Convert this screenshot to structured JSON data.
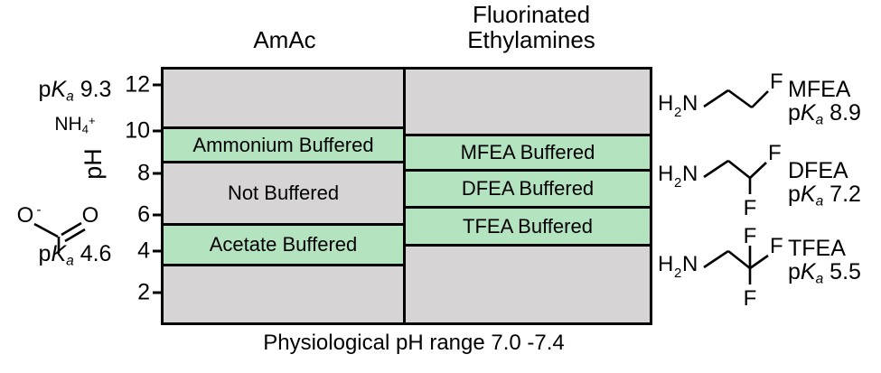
{
  "figure": {
    "caption": "Physiological  pH range 7.0 -7.4",
    "y_axis_title": "pH",
    "colors": {
      "buffered_band": "#b4e3c0",
      "unbuffered_band": "#d6d4d4",
      "outline": "#000000",
      "background": "#ffffff"
    }
  },
  "chart_data": {
    "type": "bar",
    "title": "",
    "xlabel": "",
    "ylabel": "pH",
    "ylim": [
      1.0,
      13.3
    ],
    "grid": false,
    "legend": "none",
    "categories": [
      "AmAc",
      "Fluorinated Ethylamines"
    ],
    "tick_labels": [
      "12",
      "10",
      "8",
      "6",
      "4",
      "2"
    ],
    "tick_values": [
      12,
      10,
      8,
      6,
      4,
      2
    ],
    "series": [
      {
        "name": "AmAc",
        "bands": [
          {
            "label": "",
            "ph_low": 10.3,
            "ph_high": 13.3,
            "buffered": false
          },
          {
            "label": "Ammonium Buffered",
            "ph_low": 8.3,
            "ph_high": 10.3,
            "buffered": true
          },
          {
            "label": "Not Buffered",
            "ph_low": 5.6,
            "ph_high": 8.3,
            "buffered": false
          },
          {
            "label": "Acetate Buffered",
            "ph_low": 3.6,
            "ph_high": 5.6,
            "buffered": true
          },
          {
            "label": "",
            "ph_low": 1.0,
            "ph_high": 3.6,
            "buffered": false
          }
        ]
      },
      {
        "name": "Fluorinated Ethylamines",
        "bands": [
          {
            "label": "",
            "ph_low": 9.9,
            "ph_high": 13.3,
            "buffered": false
          },
          {
            "label": "MFEA Buffered",
            "ph_low": 8.2,
            "ph_high": 9.9,
            "buffered": true
          },
          {
            "label": "DFEA Buffered",
            "ph_low": 6.4,
            "ph_high": 8.2,
            "buffered": true
          },
          {
            "label": "TFEA Buffered",
            "ph_low": 4.6,
            "ph_high": 6.4,
            "buffered": true
          },
          {
            "label": "",
            "ph_low": 1.0,
            "ph_high": 4.6,
            "buffered": false
          }
        ]
      }
    ],
    "annotations": [
      {
        "name": "ammonium",
        "pka": 9.3,
        "formula": "NH4+"
      },
      {
        "name": "acetate",
        "pka": 4.6,
        "formula": "CH3COO-"
      },
      {
        "name": "MFEA",
        "pka": 8.9
      },
      {
        "name": "DFEA",
        "pka": 7.2
      },
      {
        "name": "TFEA",
        "pka": 5.5
      }
    ]
  },
  "headers": {
    "left": "AmAc",
    "right_line1": "Fluorinated",
    "right_line2": "Ethylamines"
  },
  "axis": {
    "title": "pH",
    "ticks": [
      {
        "label": "12",
        "value": 12
      },
      {
        "label": "10",
        "value": 10
      },
      {
        "label": "8",
        "value": 8
      },
      {
        "label": "6",
        "value": 6
      },
      {
        "label": "4",
        "value": 4
      },
      {
        "label": "2",
        "value": 2
      }
    ]
  },
  "bands_left": [
    {
      "label": "",
      "buffered": false
    },
    {
      "label": "Ammonium Buffered",
      "buffered": true
    },
    {
      "label": "Not Buffered",
      "buffered": false
    },
    {
      "label": "Acetate Buffered",
      "buffered": true
    },
    {
      "label": "",
      "buffered": false
    }
  ],
  "bands_right": [
    {
      "label": "",
      "buffered": false
    },
    {
      "label": "MFEA Buffered",
      "buffered": true
    },
    {
      "label": "DFEA Buffered",
      "buffered": true
    },
    {
      "label": "TFEA Buffered",
      "buffered": true
    },
    {
      "label": "",
      "buffered": false
    }
  ],
  "left_annotations": {
    "ammonium_pka_prefix": "p",
    "ammonium_pka_italic": "K",
    "ammonium_pka_sub": "a",
    "ammonium_pka_value": " 9.3",
    "ammonium_formula_main": "NH",
    "ammonium_formula_sub": "4",
    "ammonium_formula_sup": "+",
    "acetate_pka_value": " 4.6",
    "acetate_atom_o_minus": "O",
    "acetate_atom_o_minus_charge": "-",
    "acetate_atom_o": "O"
  },
  "right_annotations": [
    {
      "name": "MFEA",
      "pka_value": " 8.9",
      "amine_label_main": "H",
      "amine_label_sub": "2",
      "amine_label_tail": "N",
      "fluorines": [
        "F"
      ]
    },
    {
      "name": "DFEA",
      "pka_value": " 7.2",
      "amine_label_main": "H",
      "amine_label_sub": "2",
      "amine_label_tail": "N",
      "fluorines": [
        "F",
        "F"
      ]
    },
    {
      "name": "TFEA",
      "pka_value": " 5.5",
      "amine_label_main": "H",
      "amine_label_sub": "2",
      "amine_label_tail": "N",
      "fluorines": [
        "F",
        "F",
        "F"
      ]
    }
  ],
  "pka_common": {
    "prefix": "p",
    "italic_k": "K",
    "subscript_a": "a"
  },
  "caption": "Physiological  pH range 7.0 -7.4"
}
